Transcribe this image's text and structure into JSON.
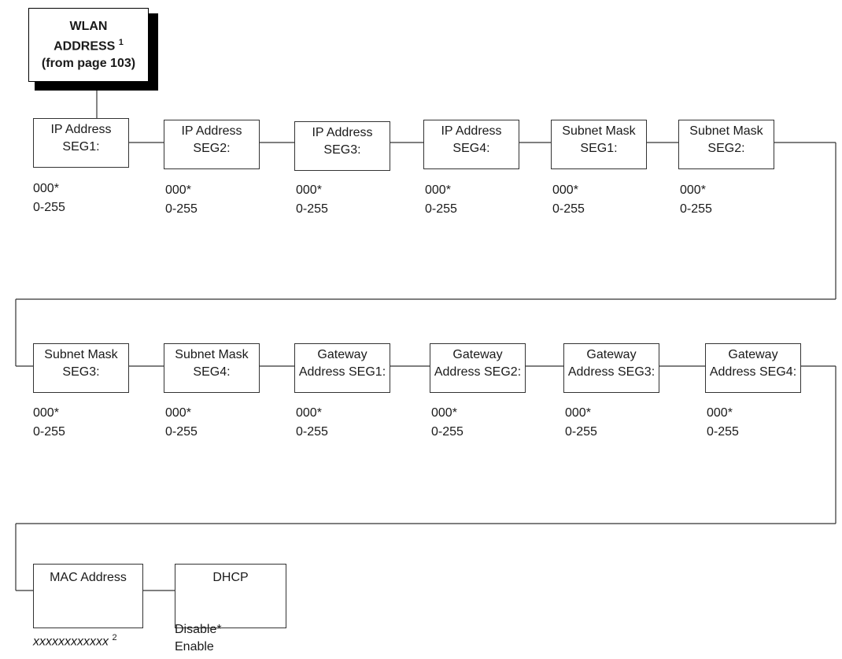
{
  "root": {
    "line1": "WLAN",
    "line2": "ADDRESS",
    "footnote": "1",
    "line3": "(from page 103)"
  },
  "rows": [
    [
      {
        "l1": "IP Address",
        "l2": "SEG1:",
        "v1": "000*",
        "v2": "0-255"
      },
      {
        "l1": "IP Address",
        "l2": "SEG2:",
        "v1": "000*",
        "v2": "0-255"
      },
      {
        "l1": "IP Address",
        "l2": "SEG3:",
        "v1": "000*",
        "v2": "0-255"
      },
      {
        "l1": "IP Address",
        "l2": "SEG4:",
        "v1": "000*",
        "v2": "0-255"
      },
      {
        "l1": "Subnet Mask",
        "l2": "SEG1:",
        "v1": "000*",
        "v2": "0-255"
      },
      {
        "l1": "Subnet Mask",
        "l2": "SEG2:",
        "v1": "000*",
        "v2": "0-255"
      }
    ],
    [
      {
        "l1": "Subnet Mask",
        "l2": "SEG3:",
        "v1": "000*",
        "v2": "0-255"
      },
      {
        "l1": "Subnet Mask",
        "l2": "SEG4:",
        "v1": "000*",
        "v2": "0-255"
      },
      {
        "l1": "Gateway",
        "l2": "Address SEG1:",
        "v1": "000*",
        "v2": "0-255"
      },
      {
        "l1": "Gateway",
        "l2": "Address SEG2:",
        "v1": "000*",
        "v2": "0-255"
      },
      {
        "l1": "Gateway",
        "l2": "Address SEG3:",
        "v1": "000*",
        "v2": "0-255"
      },
      {
        "l1": "Gateway",
        "l2": "Address SEG4:",
        "v1": "000*",
        "v2": "0-255"
      }
    ]
  ],
  "mac": {
    "label": "MAC Address",
    "value": "xxxxxxxxxxxx",
    "footnote": "2"
  },
  "dhcp": {
    "label": "DHCP",
    "option1": "Disable*",
    "option2": "Enable"
  }
}
